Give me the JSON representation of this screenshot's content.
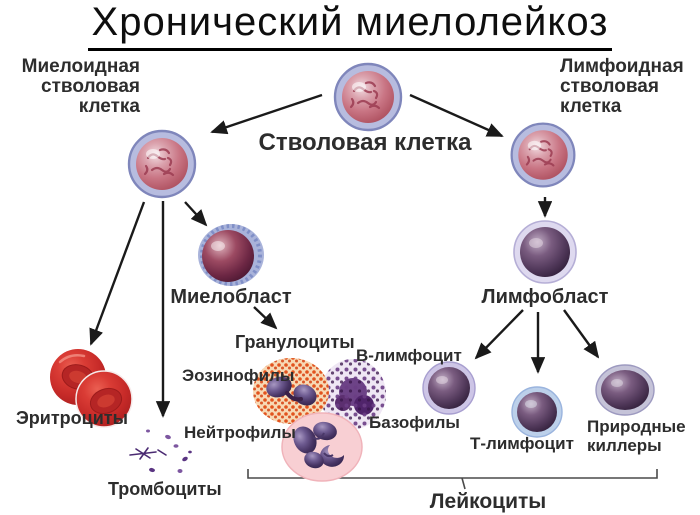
{
  "title": "Хронический миелолейкоз",
  "labels": {
    "stem_cell": "Стволовая клетка",
    "myeloid_lines": [
      "Миелоидная",
      "стволовая",
      "клетка"
    ],
    "lymphoid_lines": [
      "Лимфоидная",
      "стволовая",
      "клетка"
    ],
    "myeloblast": "Миелобласт",
    "lymphoblast": "Лимфобласт",
    "granulocytes": "Гранулоциты",
    "eosinophils": "Эозинофилы",
    "neutrophils": "Нейтрофилы",
    "basophils": "Базофилы",
    "b_lymphocyte": "В-лимфоцит",
    "t_lymphocyte": "Т-лимфоцит",
    "natural_killers_lines": [
      "Природные",
      "киллеры"
    ],
    "erythrocytes": "Эритроциты",
    "platelets": "Тромбоциты",
    "leukocytes": "Лейкоциты"
  },
  "cells": {
    "stem_cell": "stem-cell-illustration",
    "myeloid_stem_cell": "myeloid-stem-cell-illustration",
    "lymphoid_stem_cell": "lymphoid-stem-cell-illustration",
    "myeloblast": "myeloblast-illustration",
    "lymphoblast": "lymphoblast-illustration",
    "b_lymphocyte": "b-lymphocyte-illustration",
    "t_lymphocyte": "t-lymphocyte-illustration",
    "natural_killer": "natural-killer-illustration",
    "eosinophil": "eosinophil-illustration",
    "basophil": "basophil-illustration",
    "neutrophil": "neutrophil-illustration",
    "erythrocytes": "erythrocytes-illustration",
    "platelets": "platelets-illustration"
  },
  "colors": {
    "title_text": "#0e0e0e",
    "label_text": "#2d2d2d",
    "arrow": "#1a1a1a",
    "bracket": "#4a4a4a",
    "stem_cell_rim": "#8087bb",
    "stem_cell_nucleus": "#c97584",
    "myeloblast_body": "#6d2744",
    "lymphoblast_body": "#533a5c",
    "erythrocyte_red": "#d93b34",
    "eosinophil_granules": "#e2531e",
    "basophil_granules": "#6b3d85",
    "neutrophil_cytoplasm": "#f8cfd3",
    "platelet_purple": "#7d57a0"
  }
}
